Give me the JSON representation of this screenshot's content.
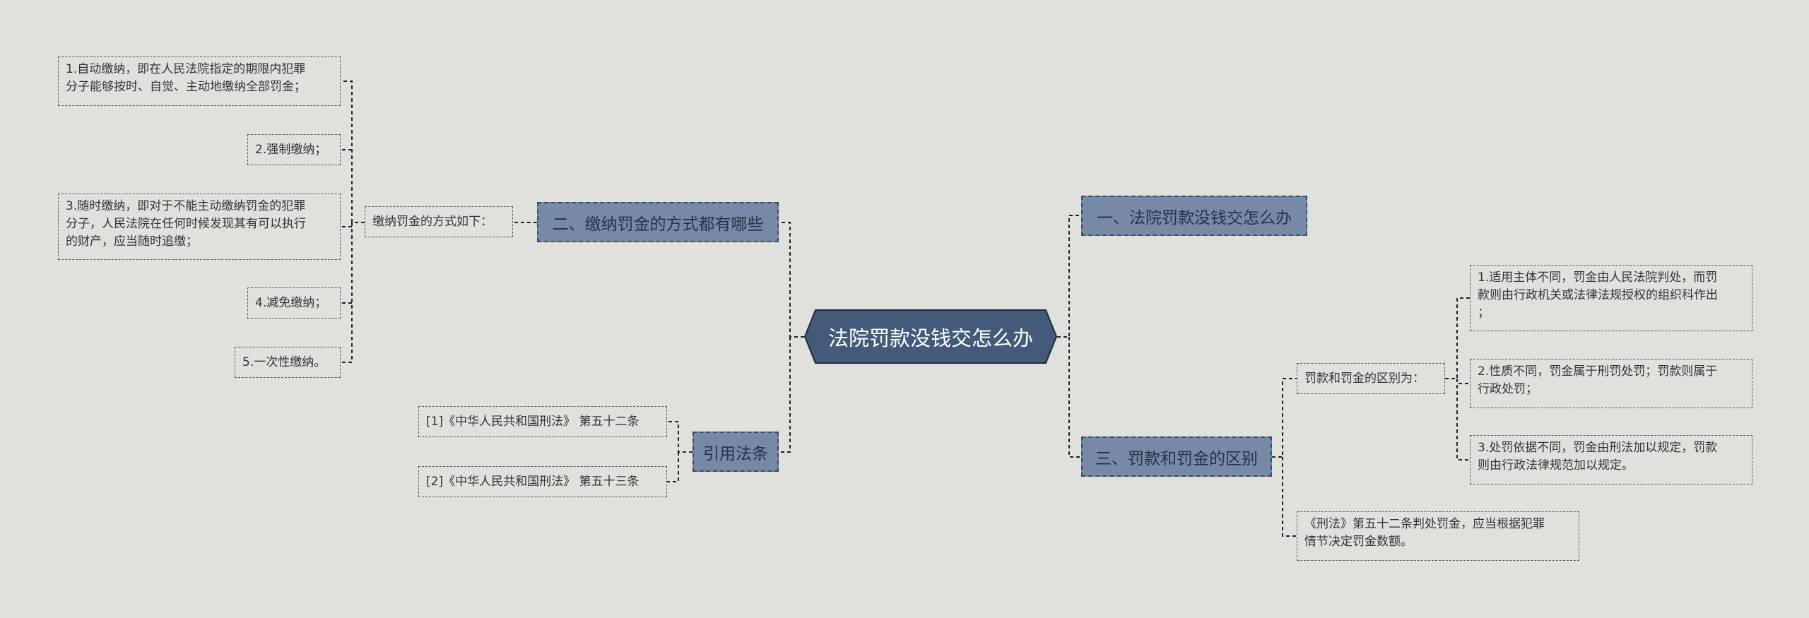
{
  "root": {
    "label": "法院罚款没钱交怎么办"
  },
  "topics": {
    "t1": "一、法院罚款没钱交怎么办",
    "t2": "二、缴纳罚金的方式都有哪些",
    "t3": "三、罚款和罚金的区别",
    "t4": "引用法条"
  },
  "left": {
    "ways_label": "缴纳罚金的方式如下：",
    "ways": [
      [
        "1.自动缴纳，即在人民法院指定的期限内犯罪",
        "分子能够按时、自觉、主动地缴纳全部罚金；"
      ],
      [
        "2.强制缴纳；"
      ],
      [
        "3.随时缴纳，即对于不能主动缴纳罚金的犯罪",
        "分子，人民法院在任何时候发现其有可以执行",
        "的财产，应当随时追缴；"
      ],
      [
        "4.减免缴纳；"
      ],
      [
        "5.一次性缴纳。"
      ]
    ],
    "laws": [
      "[1]《中华人民共和国刑法》 第五十二条",
      "[2]《中华人民共和国刑法》 第五十三条"
    ]
  },
  "right": {
    "diff_label": "罚款和罚金的区别为：",
    "diffs": [
      [
        "1.适用主体不同，罚金由人民法院判处，而罚",
        "款则由行政机关或法律法规授权的组织科作出",
        "；"
      ],
      [
        "2.性质不同，罚金属于刑罚处罚；罚款则属于",
        "行政处罚；"
      ],
      [
        "3.处罚依据不同，罚金由刑法加以规定，罚款",
        "则由行政法律规范加以规定。"
      ]
    ],
    "note": [
      "《刑法》第五十二条判处罚金，应当根据犯罪",
      "情节决定罚金数额。"
    ]
  },
  "colors": {
    "background": "#e0e0dc",
    "root_fill": "#435a7a",
    "root_stroke": "#1f2b3d",
    "topic_fill": "#7689a7",
    "line": "#222222"
  }
}
